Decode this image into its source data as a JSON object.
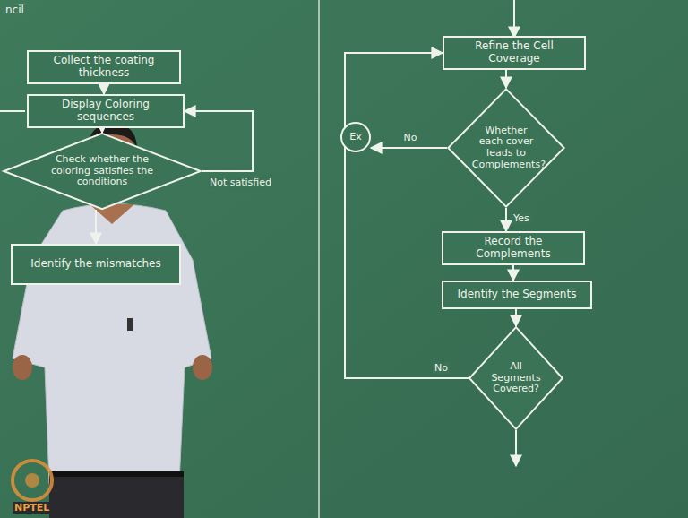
{
  "diagram": {
    "nodes": [
      {
        "text": [
          "Collect the coating thickness"
        ]
      },
      {
        "text": [
          "Display Coloring sequences"
        ]
      },
      {
        "text": [
          "Check whether the coloring satisfies the conditions"
        ]
      },
      {
        "text": [
          "Identify the mismatches"
        ]
      },
      {
        "text": [
          "Refine the Cell Coverage"
        ]
      },
      {
        "text": [
          "Whether each cover leads to Complements?"
        ]
      },
      {
        "text": [
          "Record the Complements"
        ]
      },
      {
        "text": [
          "Identify the Segments"
        ]
      },
      {
        "text": [
          "All Segments Covered?"
        ]
      },
      {
        "text": [
          "Ex"
        ]
      }
    ],
    "edges": [
      {
        "from": 0,
        "to": 1,
        "arrow": "to"
      },
      {
        "from": 1,
        "to": 2,
        "arrow": "to"
      },
      {
        "from": 2,
        "to": 1,
        "label": "Not satisfied",
        "arrow": "to"
      },
      {
        "from": 2,
        "to": 3,
        "arrow": "to"
      },
      {
        "from": 4,
        "to": 5,
        "arrow": "to"
      },
      {
        "from": 5,
        "to": 9,
        "label": "No",
        "arrow": "to"
      },
      {
        "from": 5,
        "to": 6,
        "label": "Yes",
        "arrow": "to"
      },
      {
        "from": 6,
        "to": 7,
        "arrow": "to"
      },
      {
        "from": 7,
        "to": 8,
        "arrow": "to"
      },
      {
        "from": 8,
        "to": 4,
        "label": "No",
        "arrow": "to"
      }
    ],
    "labels": [
      "ncil",
      "NPTEL"
    ]
  }
}
